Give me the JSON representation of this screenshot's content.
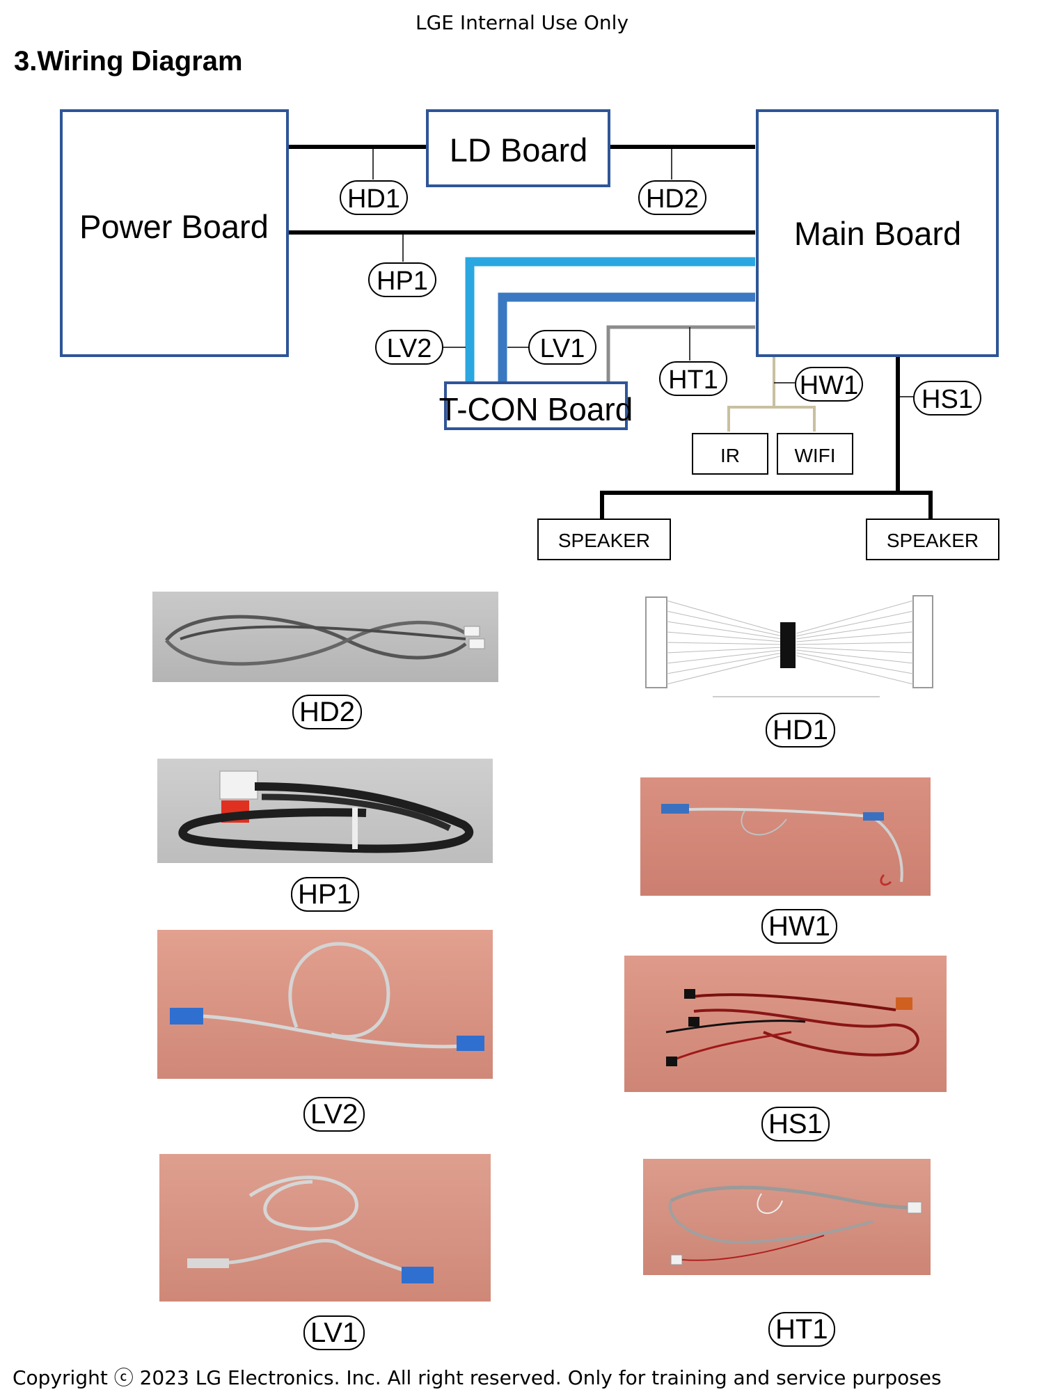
{
  "header": {
    "internal": "LGE Internal Use Only",
    "title": "3.Wiring Diagram"
  },
  "diagram": {
    "boards": {
      "power": "Power Board",
      "ld": "LD Board",
      "main": "Main Board",
      "tcon": "T-CON Board",
      "ir": "IR",
      "wifi": "WIFI",
      "speaker_left": "SPEAKER",
      "speaker_right": "SPEAKER"
    },
    "cables": {
      "hd1": "HD1",
      "hd2": "HD2",
      "hp1": "HP1",
      "lv2": "LV2",
      "lv1": "LV1",
      "ht1": "HT1",
      "hw1": "HW1",
      "hs1": "HS1"
    },
    "colors": {
      "box_border": "#2f5597",
      "black_wire": "#000000",
      "lv2_wire": "#2aa7e0",
      "lv1_wire": "#3a78c2",
      "ht1_wire": "#8c8c8c",
      "hw1_wire": "#c8c0a0"
    }
  },
  "photos": [
    {
      "label": "HD2"
    },
    {
      "label": "HD1"
    },
    {
      "label": "HP1"
    },
    {
      "label": "HW1"
    },
    {
      "label": "LV2"
    },
    {
      "label": "HS1"
    },
    {
      "label": "LV1"
    },
    {
      "label": "HT1"
    }
  ],
  "footer": {
    "copyright": "Copyright ⓒ 2023 LG Electronics. Inc. All right reserved. Only for training and service purposes"
  }
}
